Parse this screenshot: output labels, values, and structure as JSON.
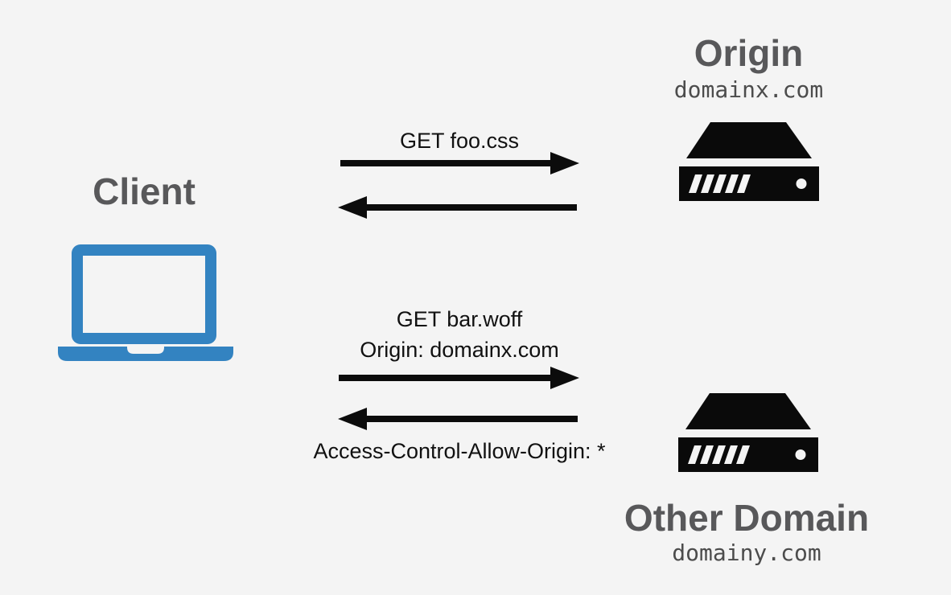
{
  "diagram": {
    "title": "CORS request flow diagram",
    "background": "#f4f4f4"
  },
  "client": {
    "label": "Client",
    "icon": "laptop-icon"
  },
  "origin": {
    "title": "Origin",
    "domain": "domainx.com",
    "icon": "server-icon"
  },
  "other": {
    "title": "Other Domain",
    "domain": "domainy.com",
    "icon": "server-icon"
  },
  "messages": {
    "request1": "GET foo.css",
    "request2_line1": "GET bar.woff",
    "request2_line2": "Origin: domainx.com",
    "response2": "Access-Control-Allow-Origin: *"
  },
  "colors": {
    "heading_gray": "#58585a",
    "domain_gray": "#4c4c4c",
    "label_black": "#111111",
    "arrow_black": "#0c0c0c",
    "laptop_blue": "#3383c1",
    "server_black": "#0a0a0a"
  }
}
